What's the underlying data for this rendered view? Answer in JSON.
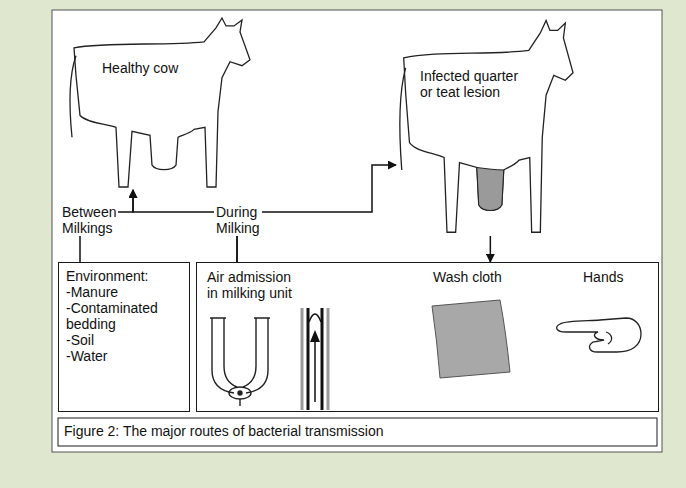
{
  "diagram": {
    "caption": "Figure 2: The major routes of bacterial transmission",
    "nodes": [
      {
        "text": [
          "Healthy cow"
        ]
      },
      {
        "text": [
          "Infected quarter or teat lesion"
        ]
      },
      {
        "text": [
          "Environment:",
          "-Manure",
          "-Contaminated bedding",
          "-Soil",
          "-Water"
        ]
      },
      {
        "text": [
          "Air admission in milking unit",
          "Wash cloth",
          "Hands"
        ]
      }
    ],
    "edges": [
      {
        "from": 2,
        "to": 0,
        "arrow": "to",
        "label": "Between Milkings"
      },
      {
        "from": 3,
        "to": 0,
        "arrow": "to",
        "label": "During Milking"
      },
      {
        "from": 3,
        "to": 1,
        "arrow": "to"
      },
      {
        "from": 1,
        "to": 3,
        "arrow": "to"
      }
    ]
  }
}
